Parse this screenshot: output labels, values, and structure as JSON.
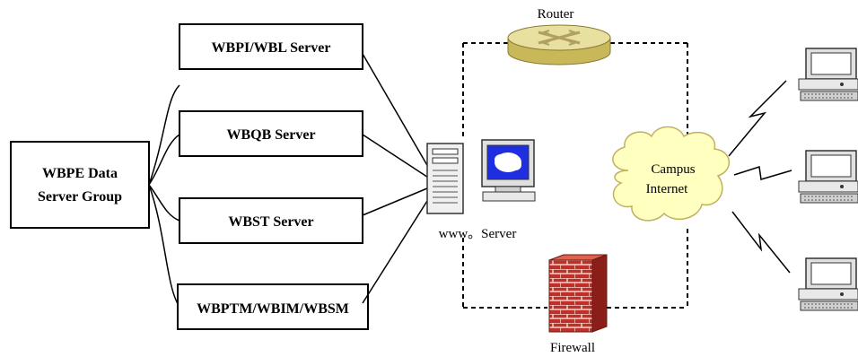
{
  "group_box": {
    "line1": "WBPE Data",
    "line2": "Server Group"
  },
  "servers": [
    {
      "label": "WBPI/WBL Server"
    },
    {
      "label": "WBQB Server"
    },
    {
      "label": "WBST Server"
    },
    {
      "label": "WBPTM/WBIM/WBSM"
    }
  ],
  "www_server_label": "www。Server",
  "router_label": "Router",
  "firewall_label": "Firewall",
  "cloud": {
    "line1": "Campus",
    "line2": "Internet"
  },
  "colors": {
    "router_body": "#c8b85a",
    "router_top": "#e8e0a0",
    "firewall_brick": "#c0302a",
    "cloud_fill": "#ffffc0",
    "monitor_screen": "#1e2ee0"
  },
  "icons": [
    "server-tower-icon",
    "computer-monitor-icon",
    "router-icon",
    "firewall-icon",
    "cloud-icon",
    "pc-icon"
  ]
}
